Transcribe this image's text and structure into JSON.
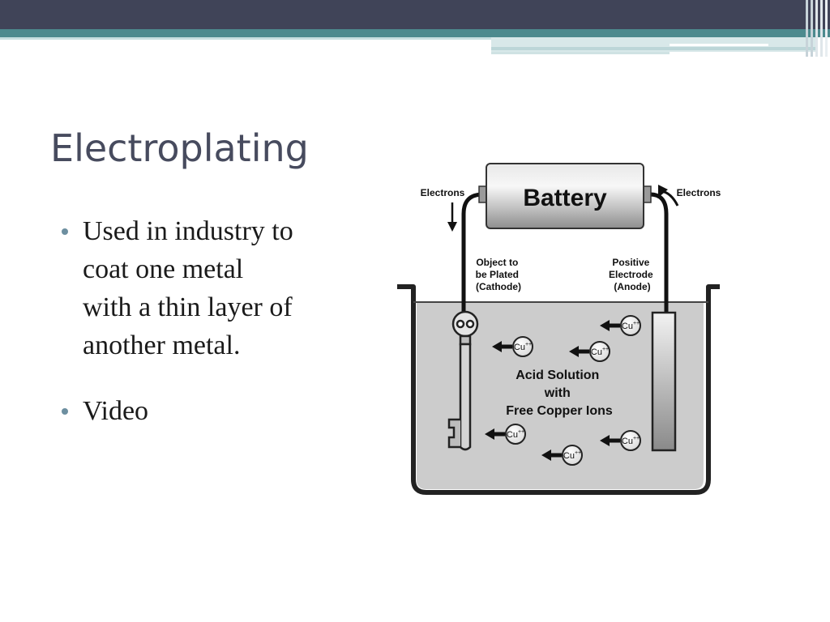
{
  "slide": {
    "title": "Electroplating",
    "bullets": [
      "Used in industry to coat one metal with a thin layer of another metal.",
      "Video"
    ]
  },
  "diagram": {
    "battery_label": "Battery",
    "electrons_left": "Electrons",
    "electrons_right": "Electrons",
    "cathode_label": [
      "Object to",
      "be Plated",
      "(Cathode)"
    ],
    "anode_label": [
      "Positive",
      "Electrode",
      "(Anode)"
    ],
    "solution_label": [
      "Acid Solution",
      "with",
      "Free Copper Ions"
    ],
    "ion_label": "Cu",
    "ion_charge": "++"
  },
  "colors": {
    "band_dark": "#404458",
    "band_teal": "#4d8a8e",
    "band_light": "#c7dfe0",
    "title": "#474b5e",
    "bullet_dot": "#6d8fa0",
    "solution": "#cccccc"
  }
}
